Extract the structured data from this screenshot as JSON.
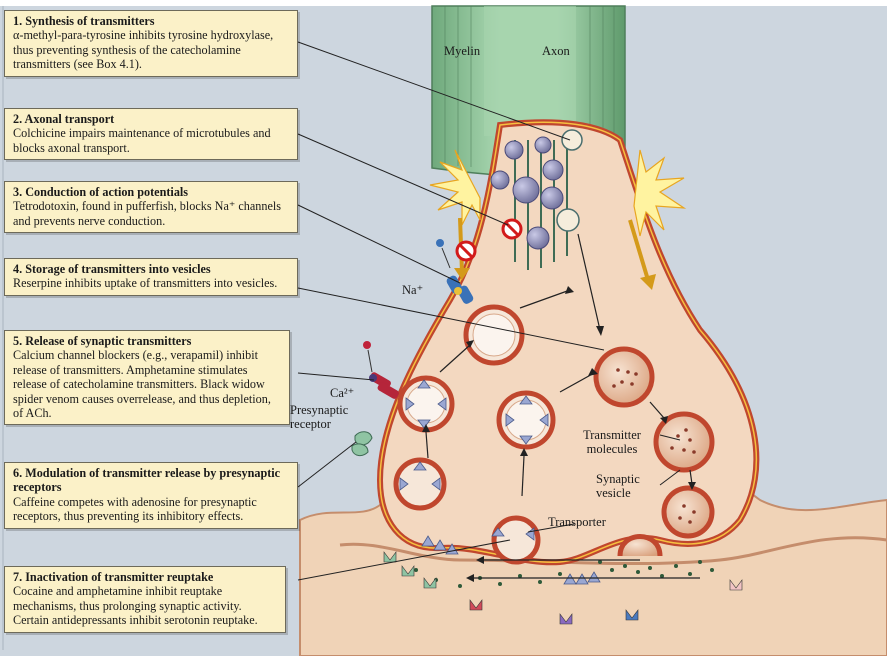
{
  "colors": {
    "background": "#cdd6df",
    "callout_fill": "#fbf1c8",
    "myelin": "#8fc49a",
    "axon": "#f1d2b6",
    "membrane": "#c0472e",
    "vesicle": "#e8b99a",
    "inhibit": "#d21a1a"
  },
  "callouts": [
    {
      "num": "1.",
      "title": "Synthesis of transmitters",
      "body": "α-methyl-para-tyrosine inhibits tyrosine hydroxylase, thus preventing synthesis of the catecholamine transmitters (see Box 4.1)."
    },
    {
      "num": "2.",
      "title": "Axonal transport",
      "body": "Colchicine impairs maintenance of microtubules and blocks axonal transport."
    },
    {
      "num": "3.",
      "title": "Conduction of action potentials",
      "body": "Tetrodotoxin, found in pufferfish, blocks Na⁺ channels and prevents nerve conduction."
    },
    {
      "num": "4.",
      "title": "Storage of transmitters into vesicles",
      "body": "Reserpine inhibits uptake of transmitters into vesicles."
    },
    {
      "num": "5.",
      "title": "Release of synaptic transmitters",
      "body": "Calcium channel blockers (e.g., verapamil) inhibit release of transmitters. Amphetamine stimulates release of catecholamine transmitters. Black widow spider venom causes overrelease, and thus depletion, of ACh."
    },
    {
      "num": "6.",
      "title": "Modulation of transmitter release by presynaptic receptors",
      "body": "Caffeine competes with adenosine for presynaptic receptors, thus preventing its inhibitory effects."
    },
    {
      "num": "7.",
      "title": "Inactivation of transmitter reuptake",
      "body": "Cocaine and amphetamine inhibit reuptake mechanisms, thus prolonging synaptic activity. Certain antidepressants inhibit serotonin reuptake."
    }
  ],
  "labels": {
    "myelin": "Myelin",
    "axon": "Axon",
    "na": "Na⁺",
    "ca": "Ca²⁺",
    "presynaptic_receptor": "Presynaptic receptor",
    "transmitter_molecules": "Transmitter molecules",
    "synaptic_vesicle": "Synaptic vesicle",
    "transporter": "Transporter"
  }
}
